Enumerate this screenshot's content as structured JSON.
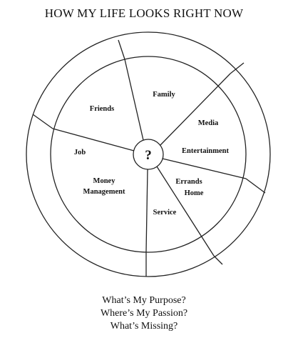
{
  "title": "HOW MY LIFE LOOKS RIGHT NOW",
  "center": "?",
  "segments": {
    "family": "Family",
    "friends": "Friends",
    "media": "Media",
    "job": "Job",
    "entertainment": "Entertainment",
    "money_line1": "Money",
    "money_line2": "Management",
    "errands_line1": "Errands",
    "errands_line2": "Home",
    "service": "Service"
  },
  "questions": [
    "What’s My Purpose?",
    "Where’s My Passion?",
    "What’s Missing?"
  ]
}
